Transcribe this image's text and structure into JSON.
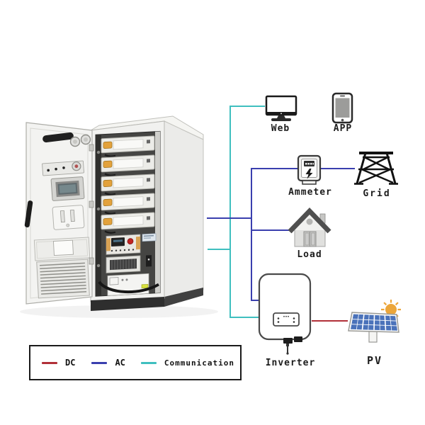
{
  "nodes": {
    "web": {
      "label": "Web",
      "icon": "monitor-icon"
    },
    "app": {
      "label": "APP",
      "icon": "smartphone-icon"
    },
    "ammeter": {
      "label": "Ammeter",
      "icon": "electric-meter-icon"
    },
    "grid": {
      "label": "Grid",
      "icon": "transmission-tower-icon"
    },
    "load": {
      "label": "Load",
      "icon": "house-icon"
    },
    "inverter": {
      "label": "Inverter",
      "icon": "inverter-icon"
    },
    "pv": {
      "label": "PV",
      "icon": "solar-panel-icon"
    },
    "cabinet": {
      "icon": "battery-storage-cabinet-illustration",
      "battery_modules": 5
    }
  },
  "connections": [
    {
      "from": "cabinet",
      "to": "inverter",
      "type": "AC"
    },
    {
      "from": "cabinet",
      "to": "ammeter",
      "type": "AC"
    },
    {
      "from": "ammeter",
      "to": "grid",
      "type": "AC"
    },
    {
      "from": "cabinet",
      "to": "load",
      "type": "AC"
    },
    {
      "from": "cabinet",
      "to": "web",
      "type": "Communication"
    },
    {
      "from": "cabinet",
      "to": "inverter",
      "type": "Communication"
    },
    {
      "from": "inverter",
      "to": "pv",
      "type": "DC"
    }
  ],
  "colors": {
    "dc": "#b13038",
    "ac": "#3a3fae",
    "comm": "#3fbfbf"
  },
  "legend": {
    "items": [
      {
        "key": "dc",
        "label": "DC",
        "color": "#b13038"
      },
      {
        "key": "ac",
        "label": "AC",
        "color": "#3a3fae"
      },
      {
        "key": "comm",
        "label": "Communication",
        "color": "#3fbfbf"
      }
    ]
  }
}
